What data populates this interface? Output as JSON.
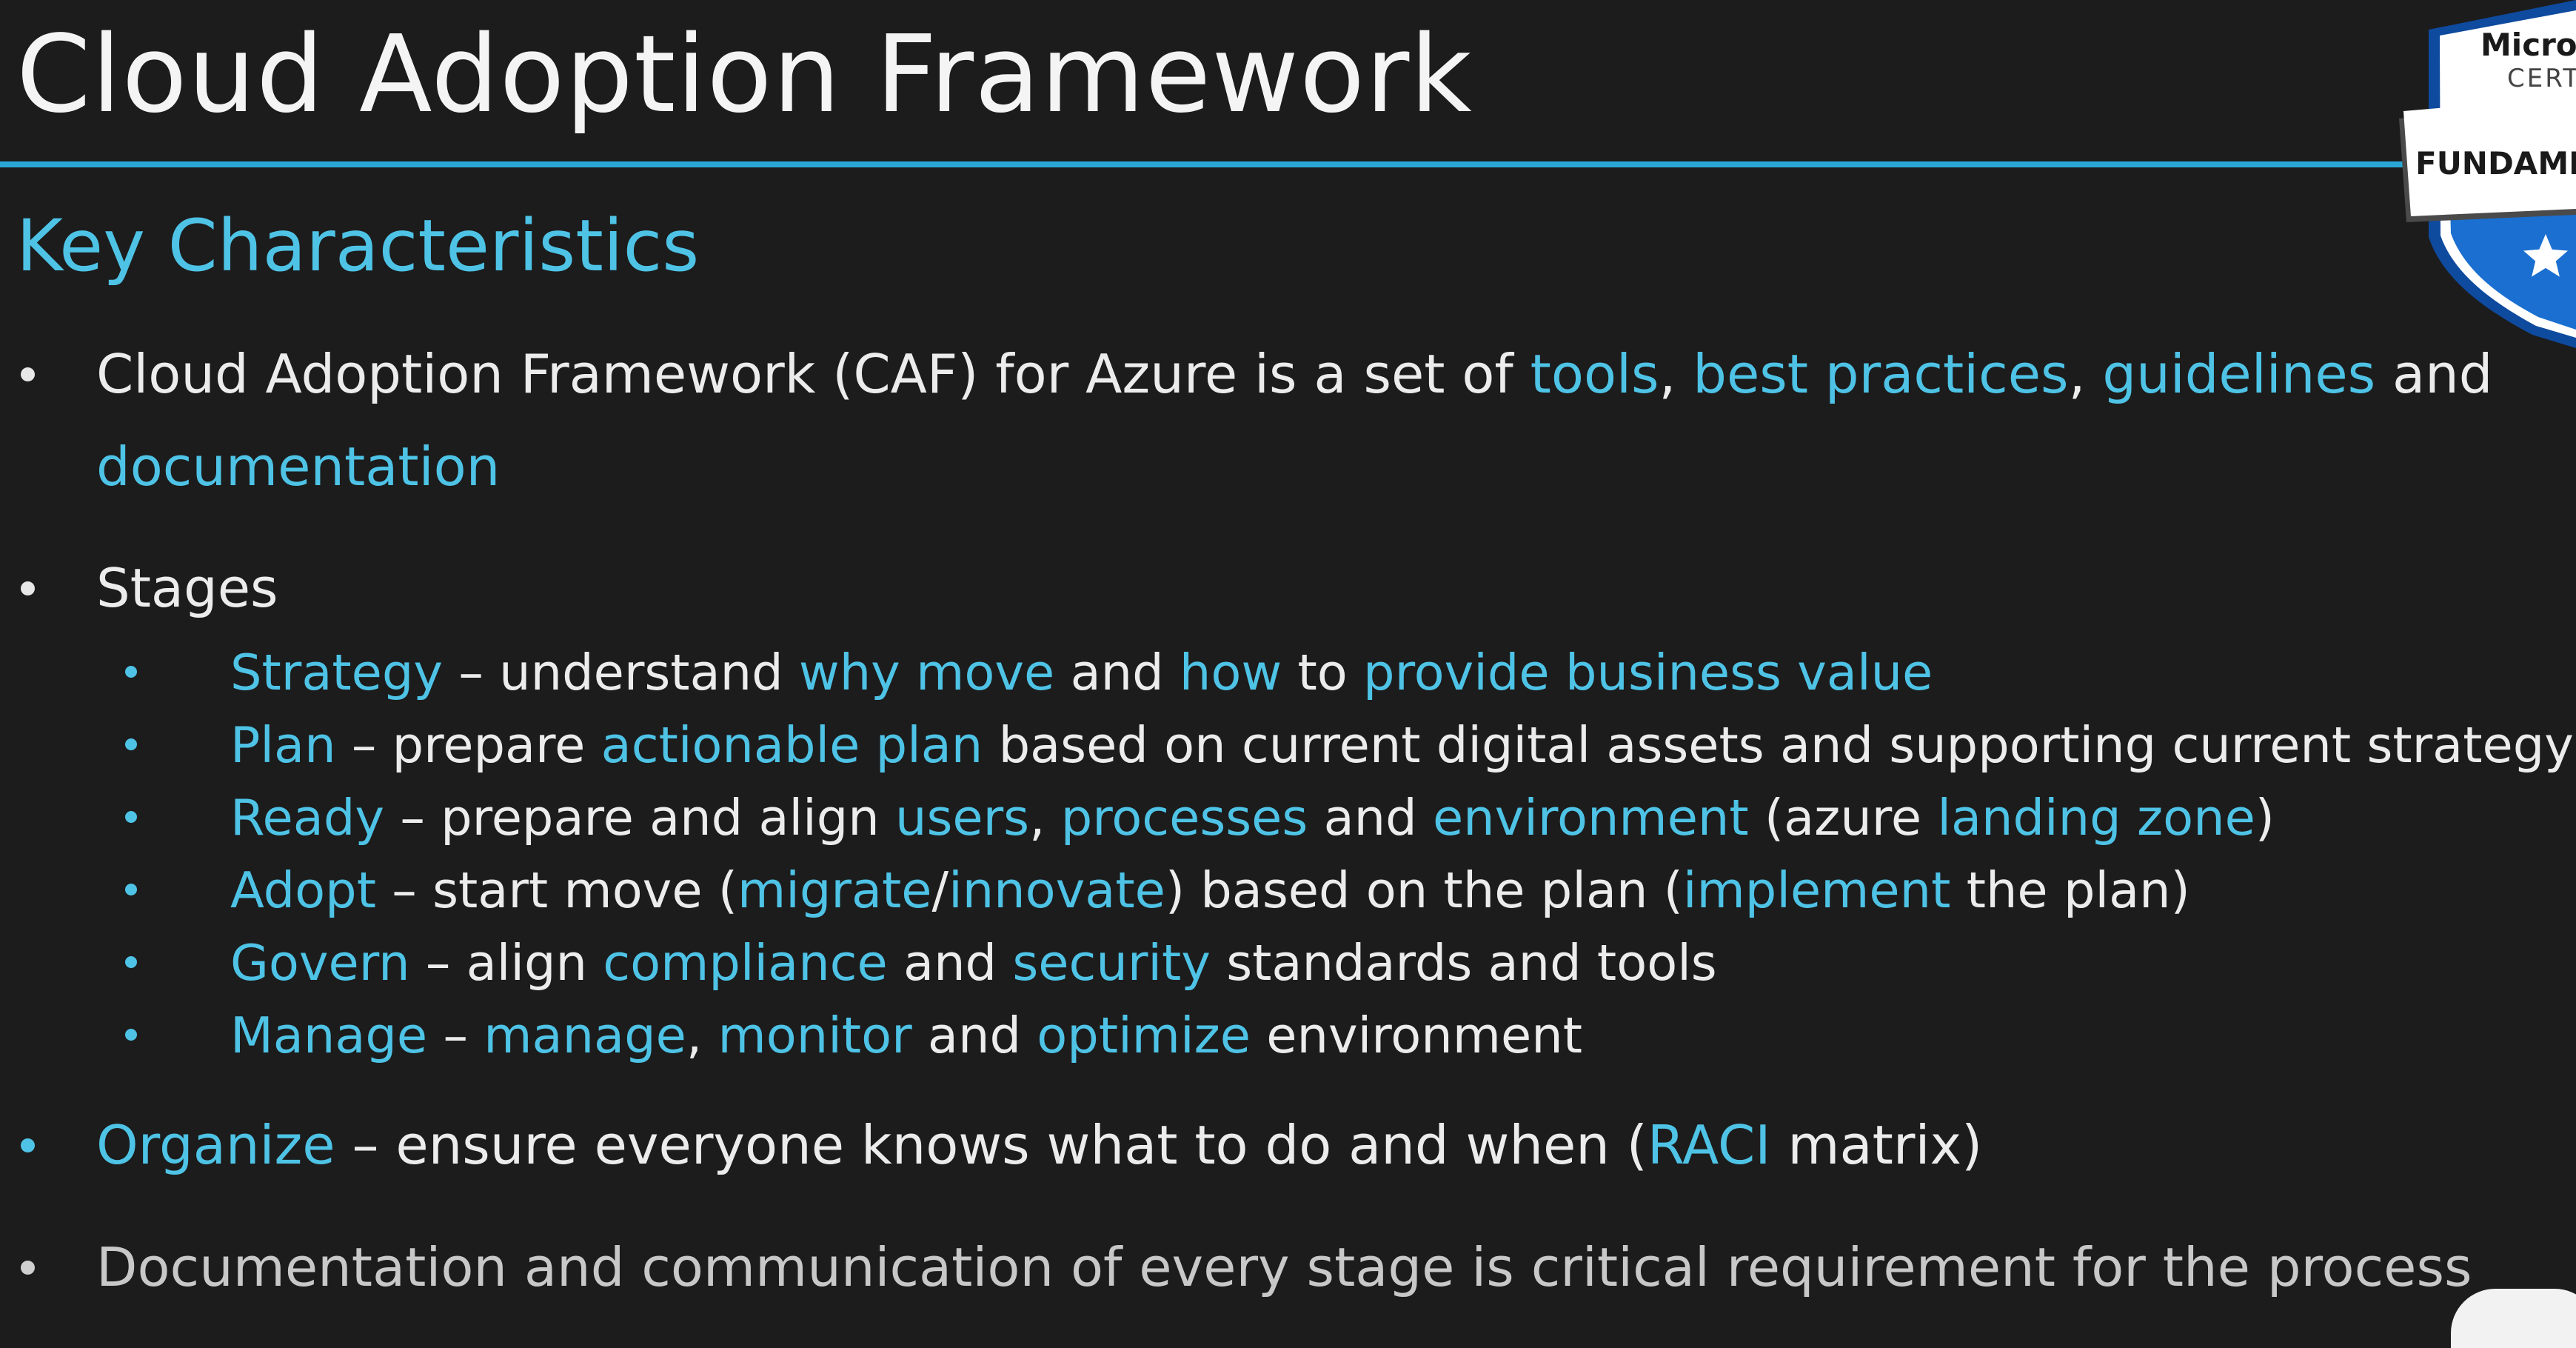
{
  "title": "Cloud Adoption Framework",
  "subtitle": "Key Characteristics",
  "bullets": {
    "b1": {
      "line1": [
        {
          "t": "Cloud Adoption Framework (CAF) for Azure is a set of ",
          "hl": false
        },
        {
          "t": "tools",
          "hl": true
        },
        {
          "t": ", ",
          "hl": false
        },
        {
          "t": "best practices",
          "hl": true
        },
        {
          "t": ", ",
          "hl": false
        },
        {
          "t": "guidelines",
          "hl": true
        },
        {
          "t": " and",
          "hl": false
        }
      ],
      "line2": [
        {
          "t": "documentation",
          "hl": true
        }
      ]
    },
    "b2": {
      "label": "Stages"
    },
    "stages": [
      [
        {
          "t": "Strategy",
          "hl": true
        },
        {
          "t": " – understand ",
          "hl": false
        },
        {
          "t": "why move",
          "hl": true
        },
        {
          "t": " and ",
          "hl": false
        },
        {
          "t": "how",
          "hl": true
        },
        {
          "t": " to ",
          "hl": false
        },
        {
          "t": "provide business value",
          "hl": true
        }
      ],
      [
        {
          "t": "Plan",
          "hl": true
        },
        {
          "t": " – prepare ",
          "hl": false
        },
        {
          "t": "actionable plan",
          "hl": true
        },
        {
          "t": " based on current digital assets and supporting current strategy",
          "hl": false
        }
      ],
      [
        {
          "t": "Ready",
          "hl": true
        },
        {
          "t": " – prepare and align ",
          "hl": false
        },
        {
          "t": "users",
          "hl": true
        },
        {
          "t": ", ",
          "hl": false
        },
        {
          "t": "processes",
          "hl": true
        },
        {
          "t": " and ",
          "hl": false
        },
        {
          "t": "environment",
          "hl": true
        },
        {
          "t": " (azure ",
          "hl": false
        },
        {
          "t": "landing zone",
          "hl": true
        },
        {
          "t": ")",
          "hl": false
        }
      ],
      [
        {
          "t": "Adopt",
          "hl": true
        },
        {
          "t": " – start move (",
          "hl": false
        },
        {
          "t": "migrate",
          "hl": true
        },
        {
          "t": "/",
          "hl": false
        },
        {
          "t": "innovate",
          "hl": true
        },
        {
          "t": ") based on the plan (",
          "hl": false
        },
        {
          "t": "implement",
          "hl": true
        },
        {
          "t": " the plan)",
          "hl": false
        }
      ],
      [
        {
          "t": "Govern",
          "hl": true
        },
        {
          "t": " – align ",
          "hl": false
        },
        {
          "t": "compliance",
          "hl": true
        },
        {
          "t": " and ",
          "hl": false
        },
        {
          "t": "security",
          "hl": true
        },
        {
          "t": " standards and tools",
          "hl": false
        }
      ],
      [
        {
          "t": "Manage",
          "hl": true
        },
        {
          "t": " – ",
          "hl": false
        },
        {
          "t": "manage",
          "hl": true
        },
        {
          "t": ", ",
          "hl": false
        },
        {
          "t": "monitor",
          "hl": true
        },
        {
          "t": " and ",
          "hl": false
        },
        {
          "t": "optimize",
          "hl": true
        },
        {
          "t": " environment",
          "hl": false
        }
      ]
    ],
    "b3": [
      {
        "t": "Organize",
        "hl": true
      },
      {
        "t": " – ensure everyone knows what to do and when (",
        "hl": false
      },
      {
        "t": "RACI",
        "hl": true
      },
      {
        "t": " matrix)",
        "hl": false
      }
    ],
    "b4": [
      {
        "t": "Documentation and communication of every stage is critical requirement for the process",
        "hl": false
      }
    ]
  },
  "badge": {
    "top_text": "Micros",
    "top_sub": "CERTIF",
    "ribbon_text": "FUNDAME"
  },
  "colors": {
    "background": "#1c1c1c",
    "accent": "#4ec3e6",
    "rule": "#29a8d6",
    "text": "#ececec"
  },
  "icons": {
    "badge": "certification-badge-icon",
    "star": "star-icon",
    "cloud": "cloud-icon"
  }
}
